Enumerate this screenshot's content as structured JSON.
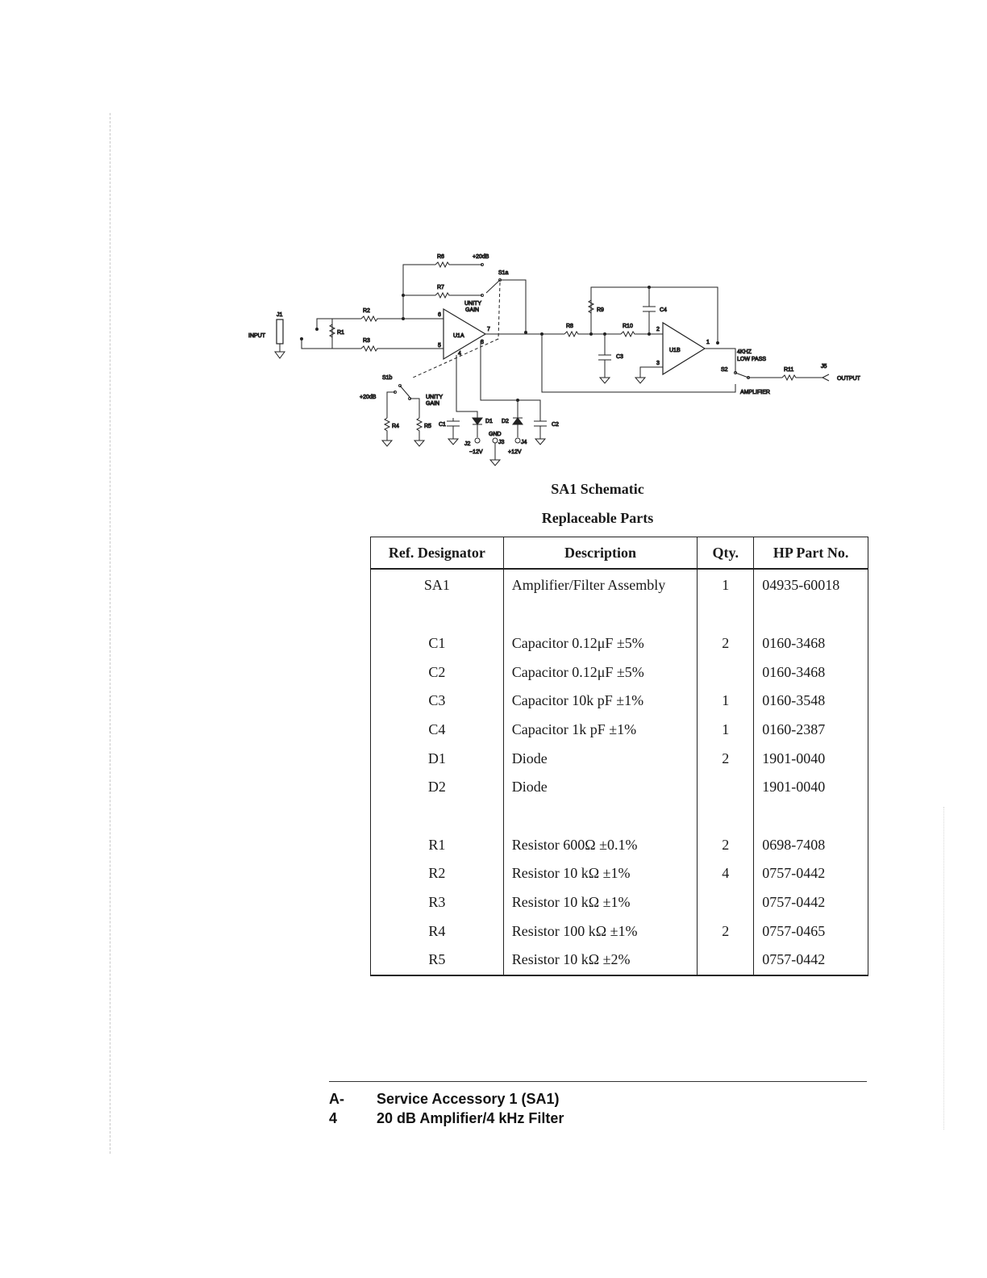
{
  "schematic": {
    "caption": "SA1 Schematic",
    "labels": {
      "input": "INPUT",
      "output": "OUTPUT",
      "j1": "J1",
      "j5": "J5",
      "r1": "R1",
      "r2": "R2",
      "r3": "R3",
      "r4": "R4",
      "r5": "R5",
      "r6": "R6",
      "r7": "R7",
      "r8": "R8",
      "r9": "R9",
      "r10": "R10",
      "r11": "R11",
      "c1": "C1",
      "c2": "C2",
      "c3": "C3",
      "c4": "C4",
      "d1": "D1",
      "d2": "D2",
      "u1a": "U1A",
      "u1b": "U1B",
      "s1a": "S1a",
      "s1b": "S1b",
      "s2": "S2",
      "gain20_top": "+20dB",
      "gain20_left": "+20dB",
      "unity_top_1": "UNITY",
      "unity_top_2": "GAIN",
      "unity_bot_1": "UNITY",
      "unity_bot_2": "GAIN",
      "lowpass_1": "4KHZ",
      "lowpass_2": "LOW  PASS",
      "amplifier": "AMPLIFIER",
      "j2": "J2",
      "j3": "J3",
      "j4": "J4",
      "gnd": "GND",
      "neg12": "−12V",
      "pos12": "+12V",
      "pin6": "6",
      "pin5": "5",
      "pin7": "7",
      "pin8": "8",
      "pin4": "4",
      "pin2": "2",
      "pin3": "3",
      "pin1": "1"
    }
  },
  "parts_title": "Replaceable Parts",
  "table": {
    "headers": [
      "Ref. Designator",
      "Description",
      "Qty.",
      "HP Part No."
    ],
    "rows": [
      {
        "ref": "SA1",
        "desc": "Amplifier/Filter Assembly",
        "qty": "1",
        "part": "04935-60018"
      },
      {
        "ref": "",
        "desc": "",
        "qty": "",
        "part": ""
      },
      {
        "ref": "C1",
        "desc": "Capacitor 0.12μF ±5%",
        "qty": "2",
        "part": "0160-3468"
      },
      {
        "ref": "C2",
        "desc": "Capacitor 0.12μF ±5%",
        "qty": "",
        "part": "0160-3468"
      },
      {
        "ref": "C3",
        "desc": "Capacitor 10k pF ±1%",
        "qty": "1",
        "part": "0160-3548"
      },
      {
        "ref": "C4",
        "desc": "Capacitor 1k pF ±1%",
        "qty": "1",
        "part": "0160-2387"
      },
      {
        "ref": "D1",
        "desc": "Diode",
        "qty": "2",
        "part": "1901-0040"
      },
      {
        "ref": "D2",
        "desc": "Diode",
        "qty": "",
        "part": "1901-0040"
      },
      {
        "ref": "",
        "desc": "",
        "qty": "",
        "part": ""
      },
      {
        "ref": "R1",
        "desc": "Resistor 600Ω ±0.1%",
        "qty": "2",
        "part": "0698-7408"
      },
      {
        "ref": "R2",
        "desc": "Resistor 10 kΩ ±1%",
        "qty": "4",
        "part": "0757-0442"
      },
      {
        "ref": "R3",
        "desc": "Resistor 10 kΩ ±1%",
        "qty": "",
        "part": "0757-0442"
      },
      {
        "ref": "R4",
        "desc": "Resistor 100 kΩ ±1%",
        "qty": "2",
        "part": "0757-0465"
      },
      {
        "ref": "R5",
        "desc": "Resistor 10 kΩ ±2%",
        "qty": "",
        "part": "0757-0442"
      }
    ]
  },
  "footer": {
    "page_number": "A-4",
    "line1": "Service Accessory 1 (SA1)",
    "line2": "20 dB Amplifier/4 kHz Filter"
  }
}
